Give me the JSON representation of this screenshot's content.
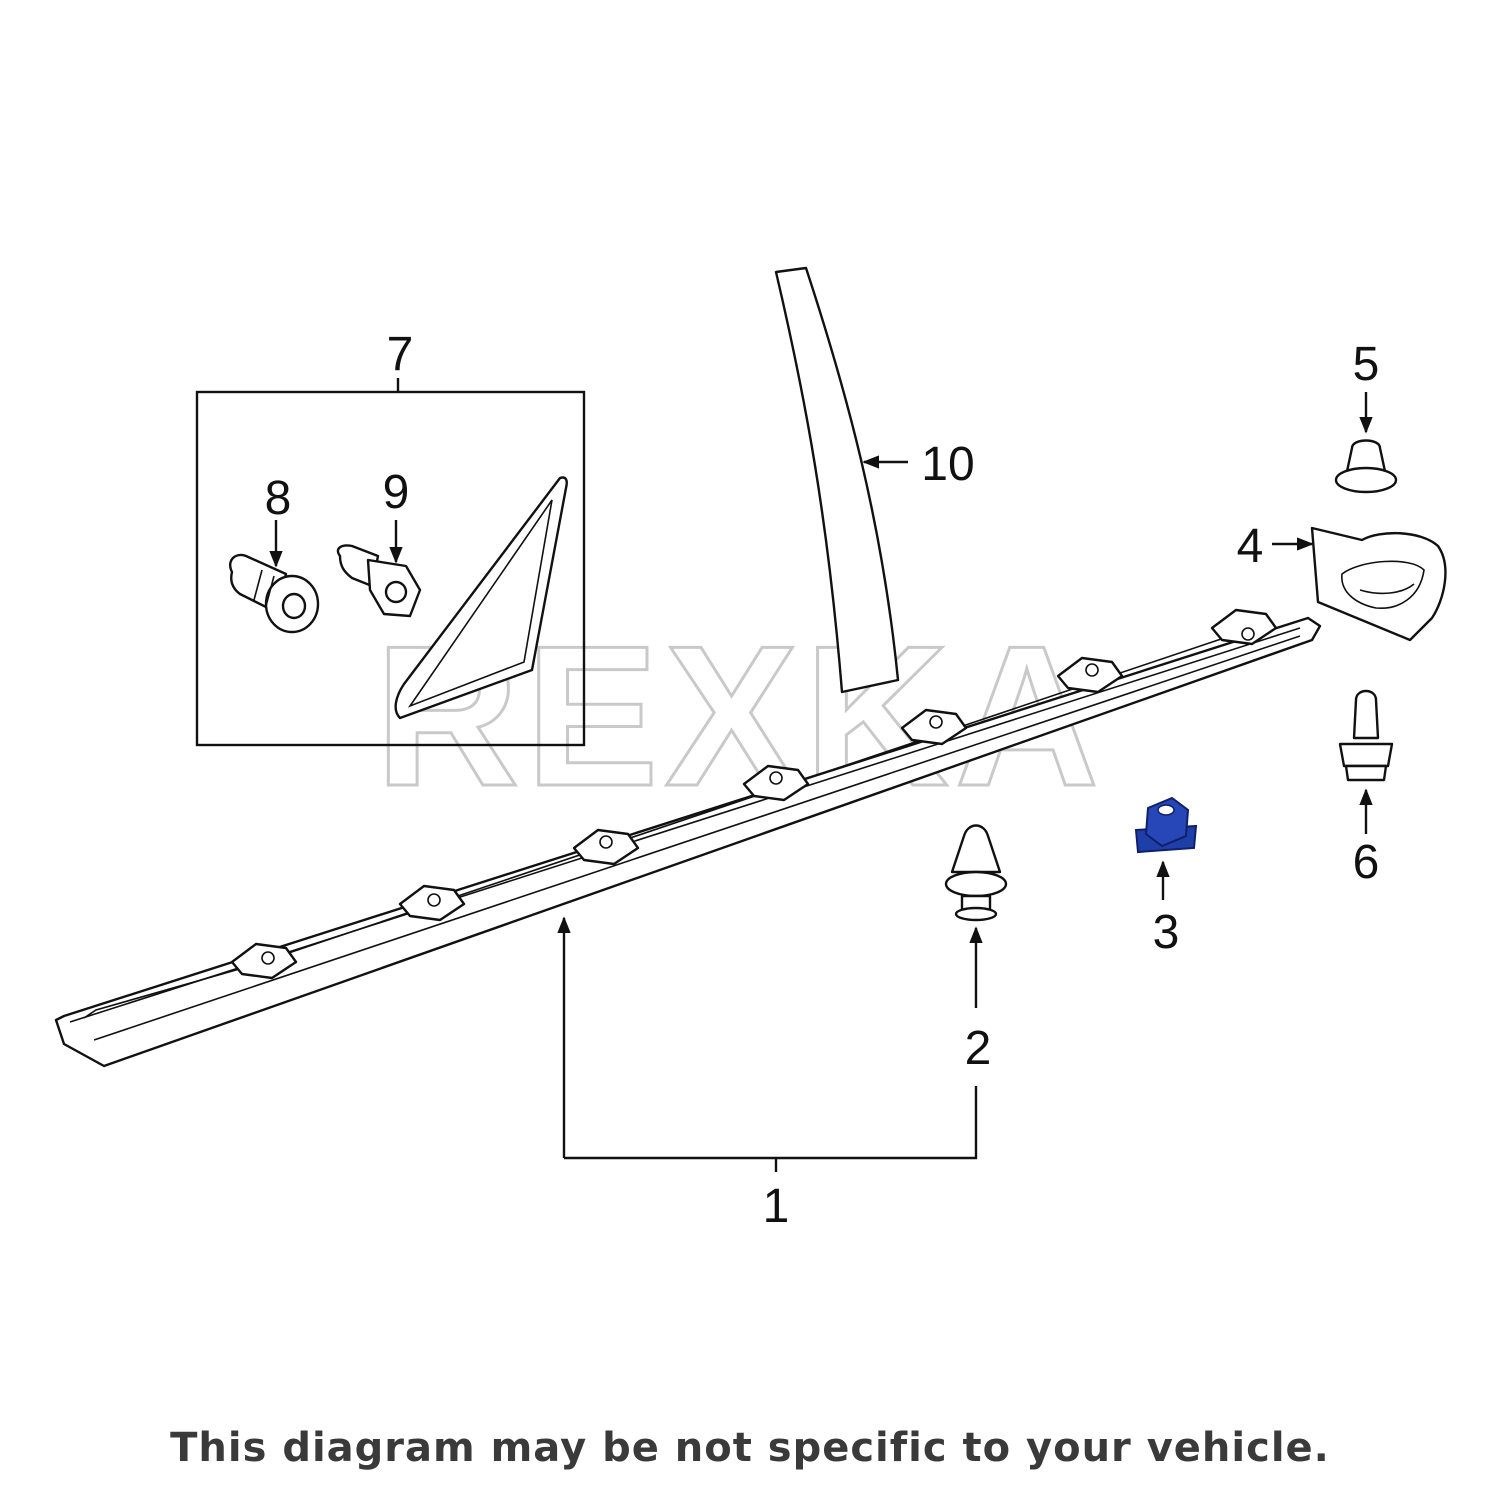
{
  "watermark": "REXKA",
  "disclaimer": "This diagram may be not specific to your vehicle.",
  "callouts": {
    "c1": "1",
    "c2": "2",
    "c3": "3",
    "c4": "4",
    "c5": "5",
    "c6": "6",
    "c7": "7",
    "c8": "8",
    "c9": "9",
    "c10": "10"
  },
  "colors": {
    "line": "#111111",
    "highlight": "#1f3fa8",
    "watermark": "#c9c9c9",
    "disclaimer": "#3a3a3a"
  }
}
